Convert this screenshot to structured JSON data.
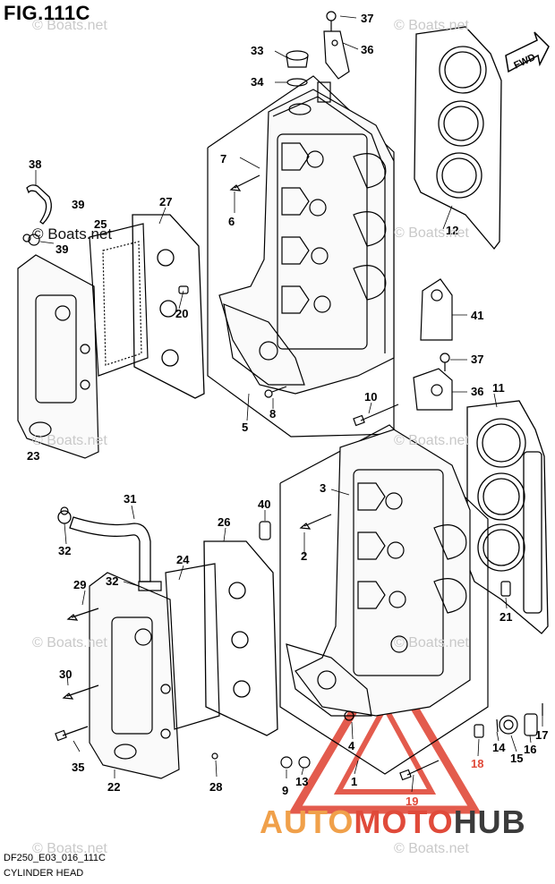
{
  "figure": {
    "title": "FIG.111C",
    "code": "DF250_E03_016_111C",
    "name": "CYLINDER HEAD",
    "fwd": "FWD"
  },
  "watermark": {
    "text": "© Boats.net"
  },
  "logo": {
    "auto": "AUTO",
    "moto": "MOTO",
    "hub": "HUB",
    "colors": {
      "auto": "#f0a04a",
      "moto": "#e04a3a",
      "hub": "#3b3b3b",
      "triangle": "#e04a3a"
    }
  },
  "callouts": [
    {
      "label": "37"
    },
    {
      "label": "36"
    },
    {
      "label": "33"
    },
    {
      "label": "34"
    },
    {
      "label": "12"
    },
    {
      "label": "7"
    },
    {
      "label": "6"
    },
    {
      "label": "38"
    },
    {
      "label": "39"
    },
    {
      "label": "25"
    },
    {
      "label": "39"
    },
    {
      "label": "27"
    },
    {
      "label": "20"
    },
    {
      "label": "41"
    },
    {
      "label": "37"
    },
    {
      "label": "36"
    },
    {
      "label": "11"
    },
    {
      "label": "10"
    },
    {
      "label": "8"
    },
    {
      "label": "5"
    },
    {
      "label": "23"
    },
    {
      "label": "31"
    },
    {
      "label": "3"
    },
    {
      "label": "40"
    },
    {
      "label": "26"
    },
    {
      "label": "2"
    },
    {
      "label": "32"
    },
    {
      "label": "24"
    },
    {
      "label": "29"
    },
    {
      "label": "32"
    },
    {
      "label": "21"
    },
    {
      "label": "30"
    },
    {
      "label": "17"
    },
    {
      "label": "16"
    },
    {
      "label": "15"
    },
    {
      "label": "14"
    },
    {
      "label": "18"
    },
    {
      "label": "4"
    },
    {
      "label": "35"
    },
    {
      "label": "22"
    },
    {
      "label": "28"
    },
    {
      "label": "9"
    },
    {
      "label": "13"
    },
    {
      "label": "1"
    },
    {
      "label": "19"
    }
  ]
}
